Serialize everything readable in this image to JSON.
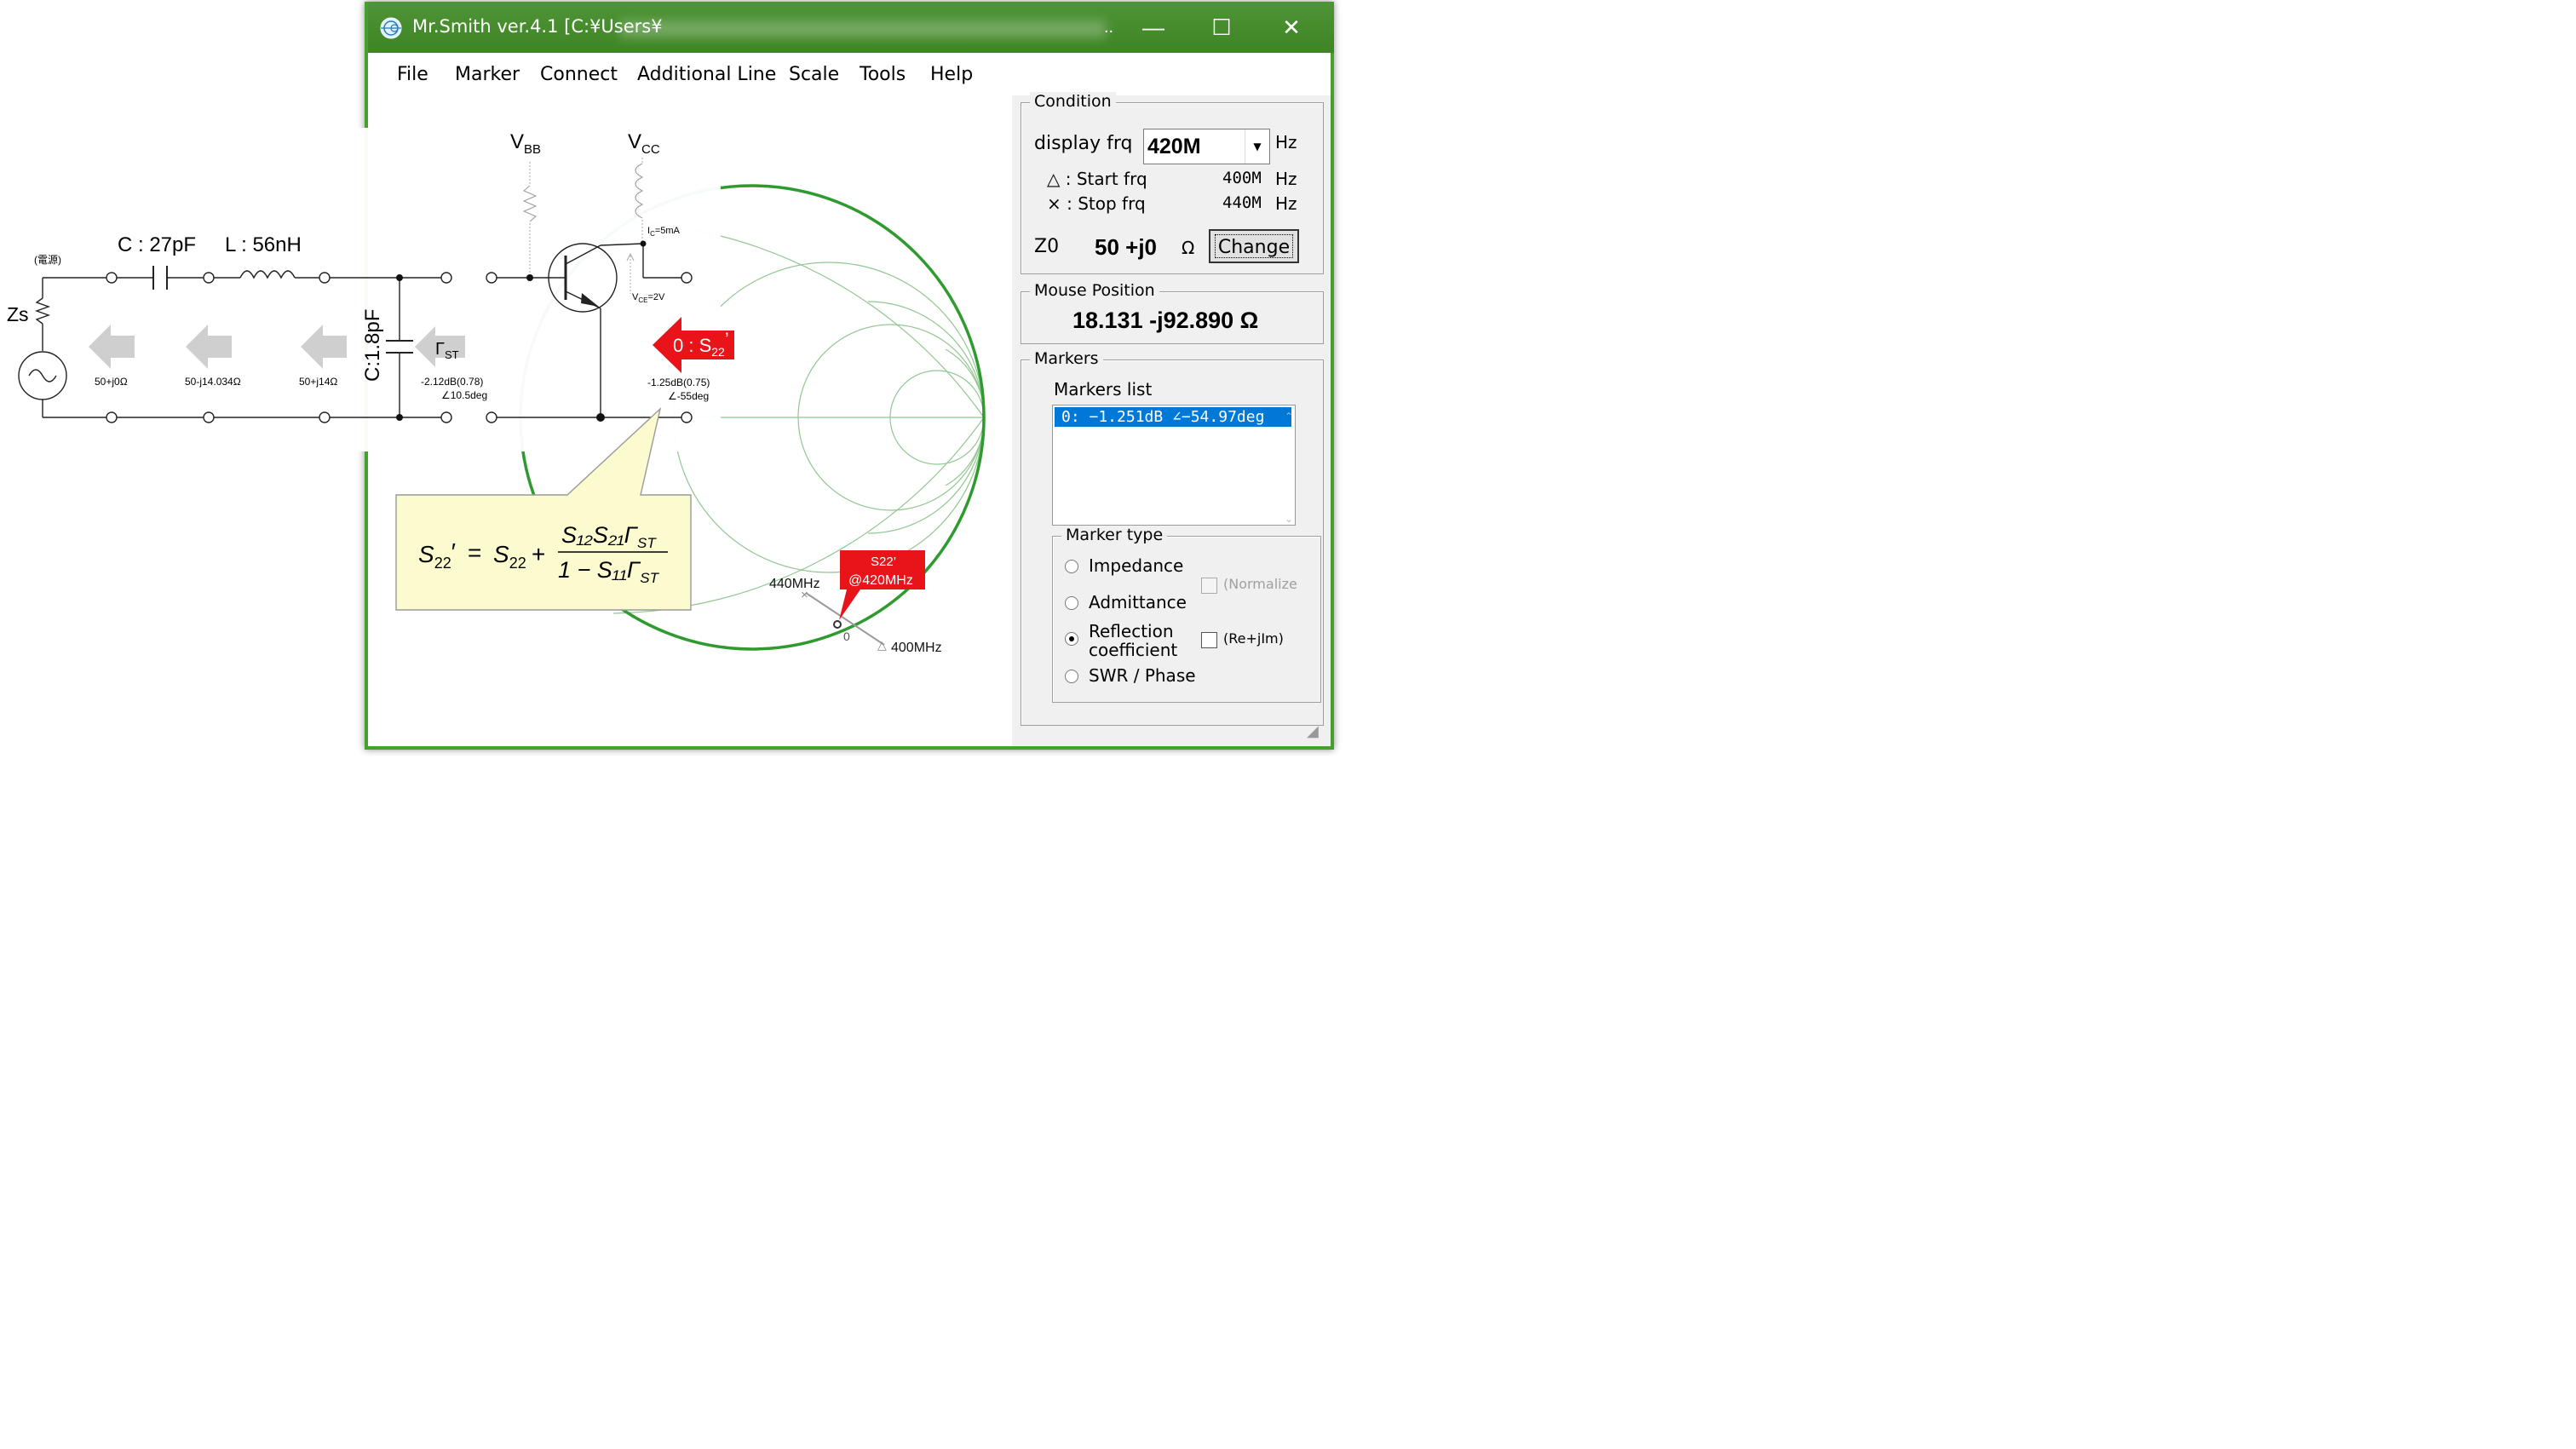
{
  "window": {
    "title": "Mr.Smith ver.4.1 [C:¥Users¥",
    "title_suffix": "..",
    "minimize": "—",
    "maximize": "☐",
    "close": "✕"
  },
  "menu": [
    "File",
    "Marker",
    "Connect",
    "Additional Line",
    "Scale",
    "Tools",
    "Help"
  ],
  "condition": {
    "legend": "Condition",
    "display_frq_label": "display frq",
    "display_frq_value": "420M",
    "hz": "Hz",
    "start_label": "△ : Start frq",
    "start_value": "400M",
    "stop_label": "× : Stop frq",
    "stop_value": "440M",
    "z0_label": "Z0",
    "z0_value": "50 +j0",
    "ohm": "Ω",
    "change_button": "Change"
  },
  "mouse_position": {
    "legend": "Mouse Position",
    "value": "18.131  -j92.890 Ω"
  },
  "markers": {
    "legend": "Markers",
    "list_label": "Markers list",
    "items": [
      "0: −1.251dB ∠−54.97deg"
    ],
    "marker_type_legend": "Marker type",
    "types": [
      "Impedance",
      "Admittance",
      "Reflection",
      "coefficient",
      "SWR / Phase"
    ],
    "selected_type": "Reflection coefficient",
    "normalize": "(Normalize",
    "re_im": "(Re+jIm)"
  },
  "chart_labels": {
    "freq_440": "440MHz",
    "freq_400": "400MHz",
    "marker_index": "0",
    "callout_line1": "S22’",
    "callout_line2": "@420MHz"
  },
  "circuit": {
    "vbb": "V",
    "vbb_sub": "BB",
    "vcc": "V",
    "vcc_sub": "CC",
    "ic": "I",
    "ic_sub": "C",
    "ic_val": "=5mA",
    "vce": "V",
    "vce_sub": "CE",
    "vce_val": "=2V",
    "source_note": "(電源)",
    "zs": "Zs",
    "cap": "C : 27pF",
    "ind": "L : 56nH",
    "shunt_cap": "C:1.8pF",
    "imp1": "50+j0Ω",
    "imp2": "50-j14.034Ω",
    "imp3": "50+j14Ω",
    "gamma": "Γ",
    "gamma_sub": "ST",
    "gamma_val1": "-2.12dB(0.78)",
    "gamma_val2": "∠10.5deg",
    "s22_val1": "-1.25dB(0.75)",
    "s22_val2": "∠-55deg",
    "s22_tag": "0 : S",
    "s22_tag_sub": "22",
    "s22_tag_prime": "’"
  },
  "formula": {
    "lhs": "S",
    "lhs_sub": "22",
    "lhs_prime": "′",
    "eq": "=",
    "s22": "S",
    "s22_sub": "22",
    "plus": "+",
    "num": "S₁₂S₂₁Γ",
    "num_sub": "ST",
    "den": "1 − S₁₁Γ",
    "den_sub": "ST"
  },
  "colors": {
    "title_green": "#43892b",
    "smith_outer": "#2f9b2f",
    "smith_grid": "#8ec98e",
    "selection_blue": "#0078d7",
    "callout_red": "#e8141a",
    "formula_bg": "#fcfbcf"
  }
}
